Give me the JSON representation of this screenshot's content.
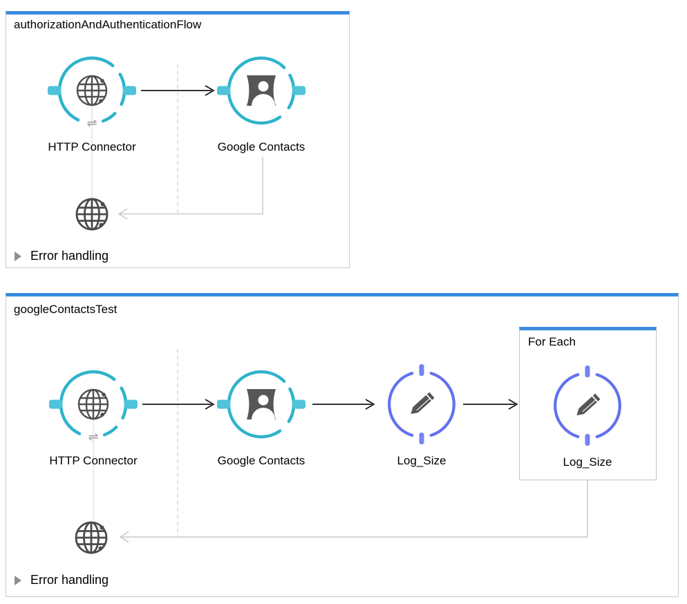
{
  "colors": {
    "flow_accent_blue": "#3b8cdf",
    "http_teal": "#2eb3cb",
    "http_teal_tab": "#4fc3d9",
    "logger_purple": "#6271ee",
    "logger_purple_tab": "#7583f3",
    "icon_grey": "#4f4f4f",
    "connector_grey": "#c9c9c9",
    "border_grey": "#c9c9c9"
  },
  "icons": {
    "swap_glyph": "⇌"
  },
  "flows": [
    {
      "title": "authorizationAndAuthenticationFlow",
      "error_handling": "Error handling",
      "nodes": [
        {
          "label": "HTTP Connector",
          "icon": "globe-icon"
        },
        {
          "label": "Google Contacts",
          "icon": "contacts-icon"
        }
      ]
    },
    {
      "title": "googleContactsTest",
      "error_handling": "Error handling",
      "nodes": [
        {
          "label": "HTTP Connector",
          "icon": "globe-icon"
        },
        {
          "label": "Google Contacts",
          "icon": "contacts-icon"
        },
        {
          "label": "Log_Size",
          "icon": "pencil-icon"
        }
      ],
      "scope": {
        "title": "For Each",
        "node_label": "Log_Size",
        "node_icon": "pencil-icon"
      }
    }
  ]
}
